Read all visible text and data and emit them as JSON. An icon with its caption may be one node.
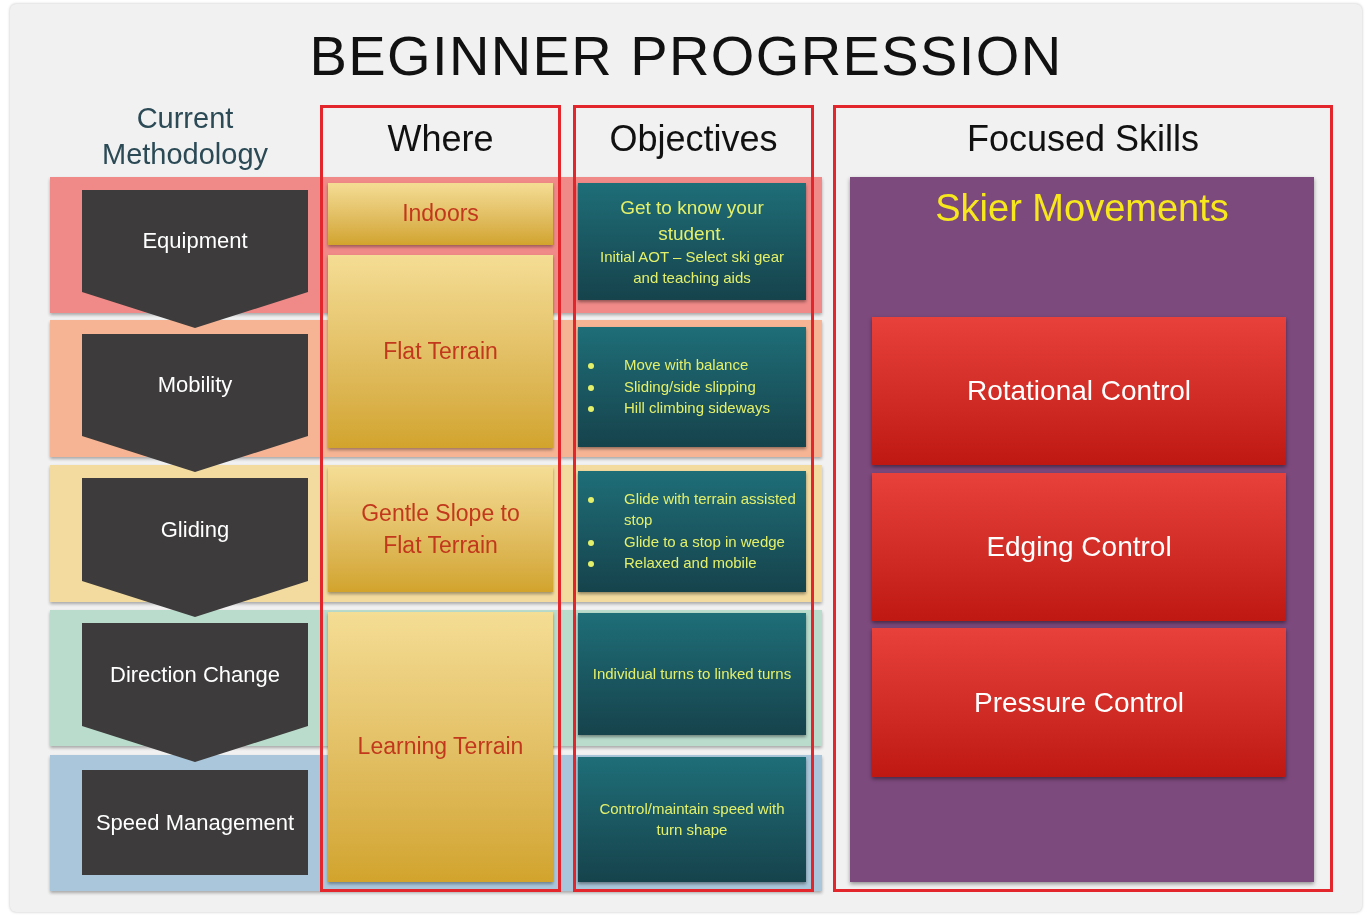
{
  "diagram": {
    "title": "BEGINNER PROGRESSION",
    "nodes": [
      {
        "text": [
          "Equipment"
        ]
      },
      {
        "text": [
          "Mobility"
        ]
      },
      {
        "text": [
          "Gliding"
        ]
      },
      {
        "text": [
          "Direction Change"
        ]
      },
      {
        "text": [
          "Speed Management"
        ]
      },
      {
        "text": [
          "Where"
        ]
      },
      {
        "text": [
          "Indoors"
        ],
        "in": 5
      },
      {
        "text": [
          "Flat Terrain"
        ],
        "in": 5
      },
      {
        "text": [
          "Gentle Slope to Flat Terrain"
        ],
        "in": 5
      },
      {
        "text": [
          "Learning Terrain"
        ],
        "in": 5
      },
      {
        "text": [
          "Objectives"
        ]
      },
      {
        "text": [
          "Get to know your student.",
          "Initial AOT – Select ski gear and teaching aids"
        ],
        "in": 10
      },
      {
        "text": [
          "Move with balance",
          "Sliding/side slipping",
          "Hill climbing sideways"
        ],
        "in": 10
      },
      {
        "text": [
          "Glide with terrain assisted stop",
          "Glide to a stop in wedge",
          "Relaxed and mobile"
        ],
        "in": 10
      },
      {
        "text": [
          "Individual turns to linked turns"
        ],
        "in": 10
      },
      {
        "text": [
          "Control/maintain speed with turn shape"
        ],
        "in": 10
      },
      {
        "text": [
          "Focused Skills"
        ]
      },
      {
        "text": [
          "Skier Movements"
        ],
        "in": 16
      },
      {
        "text": [
          "Rotational Control"
        ],
        "in": 17
      },
      {
        "text": [
          "Edging Control"
        ],
        "in": 17
      },
      {
        "text": [
          "Pressure Control"
        ],
        "in": 17
      }
    ],
    "edges": [],
    "labels": [
      "Current Methodology"
    ]
  }
}
